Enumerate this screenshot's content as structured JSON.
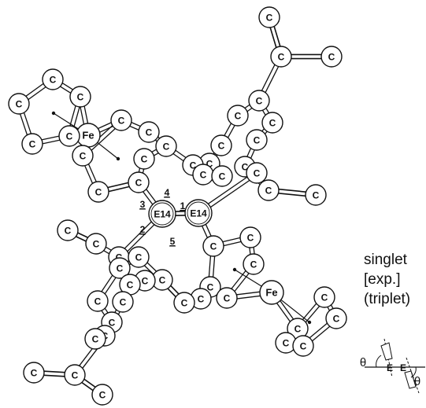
{
  "atom_symbols": {
    "carbon": "C",
    "iron": "Fe",
    "central": "E14"
  },
  "bond_labels": [
    "1",
    "2",
    "3",
    "4",
    "5"
  ],
  "legend": {
    "line1": "singlet",
    "line2": "[exp.]",
    "line3": "(triplet)"
  },
  "inset": {
    "angle_symbol": "θ",
    "atom_left": "E",
    "atom_right": "E"
  },
  "colors": {
    "atom_fill": "#ffffff",
    "stroke": "#111111",
    "text": "#111111"
  }
}
